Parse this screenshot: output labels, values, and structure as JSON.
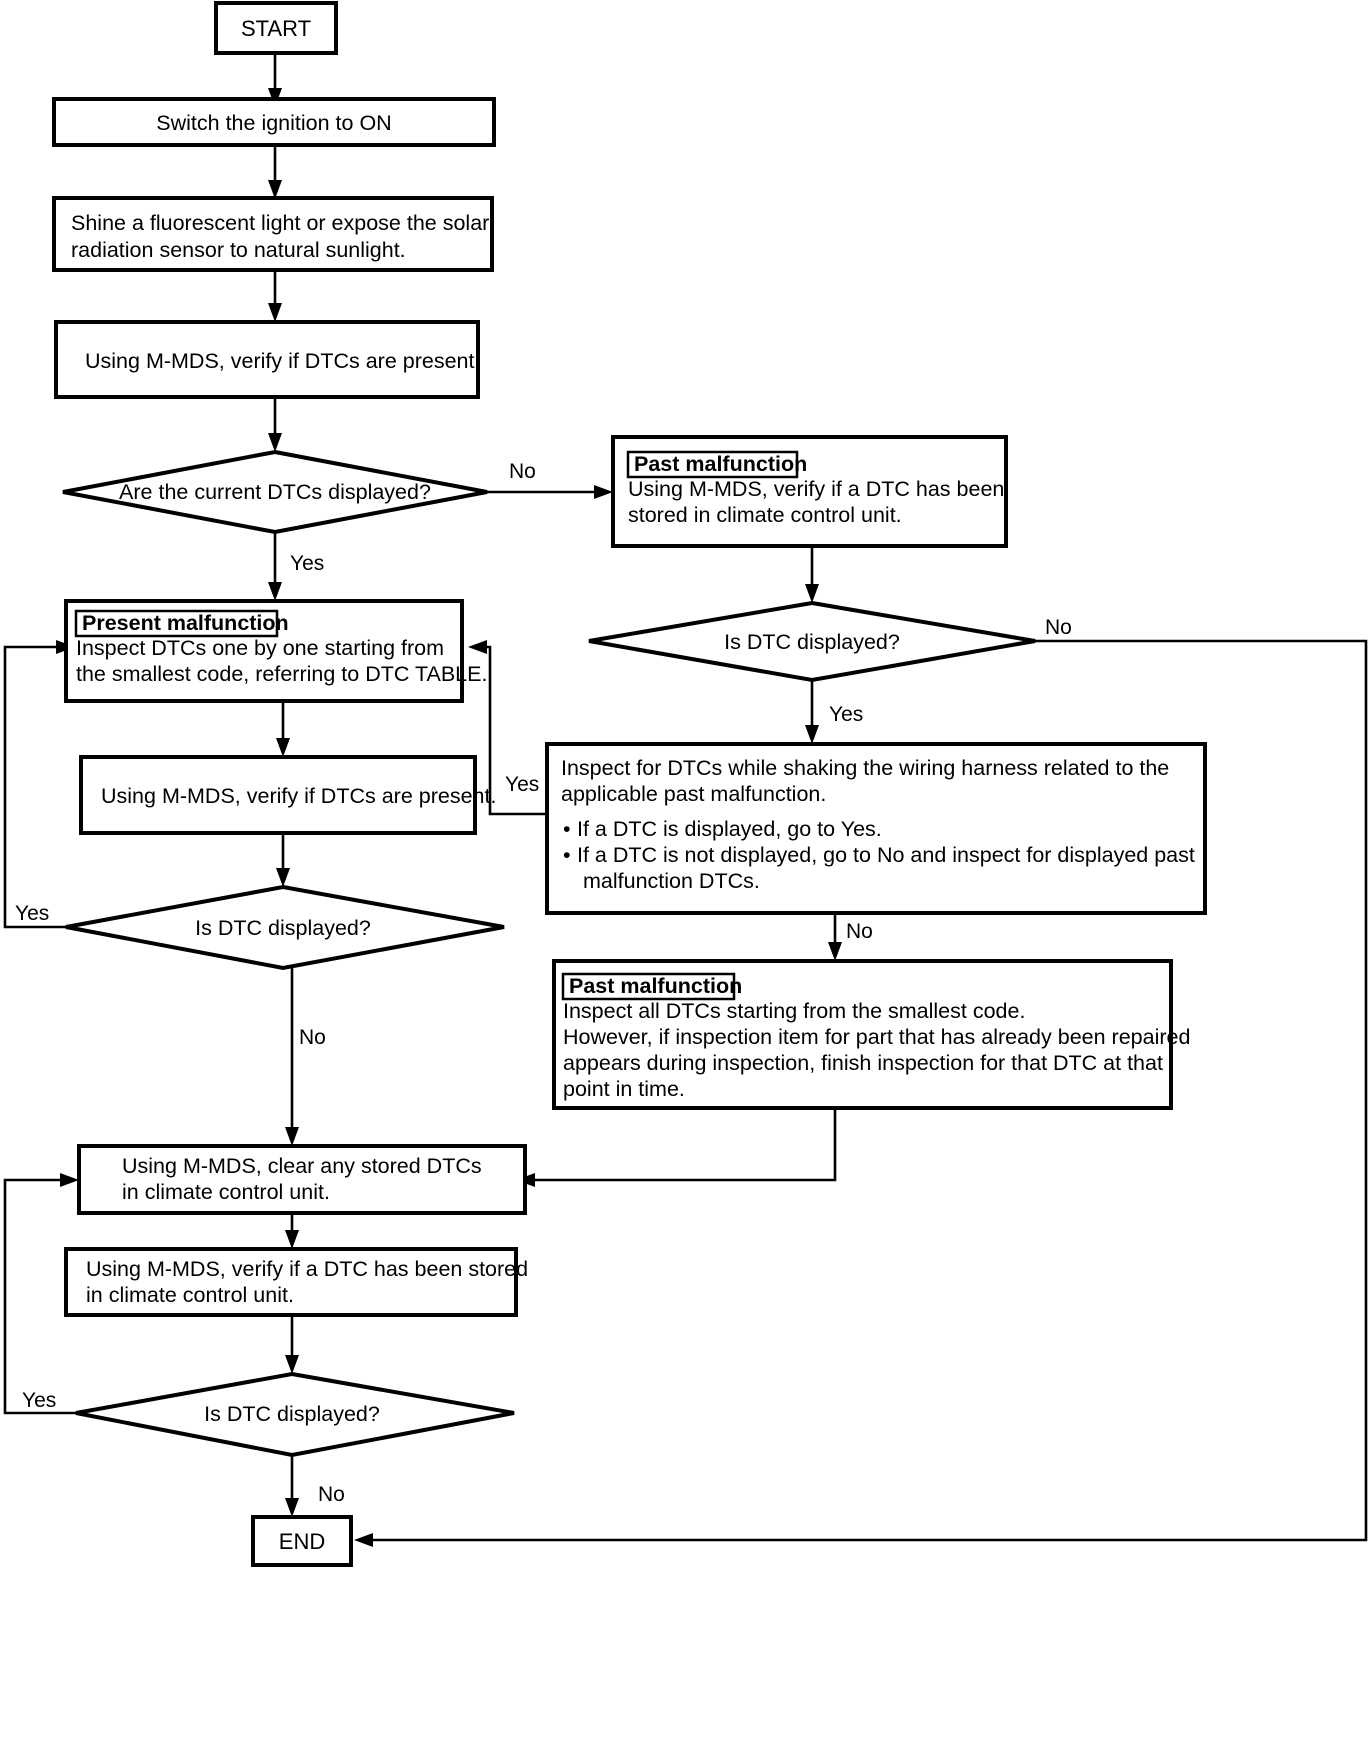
{
  "diagram": {
    "title": "DTC inspection flowchart",
    "type": "flowchart",
    "colors": {
      "background": "#ffffff",
      "line": "#000000",
      "text": "#000000"
    }
  },
  "nodes": {
    "start": {
      "label": "START"
    },
    "ignition": {
      "line1": "Switch the ignition to ON"
    },
    "shine": {
      "line1": "Shine a fluorescent light or expose the solar",
      "line2": "radiation sensor to natural sunlight."
    },
    "verify_dtcs_1": {
      "line1": "Using M-MDS, verify if DTCs are present."
    },
    "decision_current": {
      "label": "Are the current DTCs displayed?"
    },
    "past_malfunction_1": {
      "tag": "Past malfunction",
      "line1": "Using M-MDS, verify if a DTC has been",
      "line2": "stored in climate control unit."
    },
    "decision_dtc_right": {
      "label": "Is DTC displayed?"
    },
    "present_malfunction": {
      "tag": "Present malfunction",
      "line1": "Inspect DTCs one by one starting from",
      "line2": "the smallest code, referring to DTC TABLE."
    },
    "verify_dtcs_2": {
      "line1": "Using M-MDS, verify if DTCs are present."
    },
    "decision_dtc_left": {
      "label": "Is DTC displayed?"
    },
    "shake_harness": {
      "line1": "Inspect for DTCs while shaking the wiring harness related to the",
      "line2": "applicable past malfunction.",
      "bullet1": "If a DTC is displayed, go to Yes.",
      "bullet2": "If a DTC is not displayed, go to No and inspect for displayed past",
      "bullet2b": "malfunction DTCs."
    },
    "past_malfunction_2": {
      "tag": "Past malfunction",
      "line1": "Inspect all DTCs starting from the smallest code.",
      "line2": "However, if inspection item for part that has already been repaired",
      "line3": "appears during inspection, finish inspection for that DTC at that",
      "line4": "point in time."
    },
    "clear_dtcs": {
      "line1": "Using M-MDS, clear any stored DTCs",
      "line2": "in climate control unit."
    },
    "verify_stored": {
      "line1": "Using M-MDS, verify if a DTC has been stored",
      "line2": "in climate control unit."
    },
    "decision_dtc_bottom": {
      "label": "Is DTC displayed?"
    },
    "end": {
      "label": "END"
    }
  },
  "edge_labels": {
    "current_no": "No",
    "current_yes": "Yes",
    "right_no": "No",
    "right_yes": "Yes",
    "shake_yes": "Yes",
    "shake_no": "No",
    "left_yes": "Yes",
    "left_no": "No",
    "bottom_yes": "Yes",
    "bottom_no": "No"
  },
  "bullet_glyph": "•"
}
